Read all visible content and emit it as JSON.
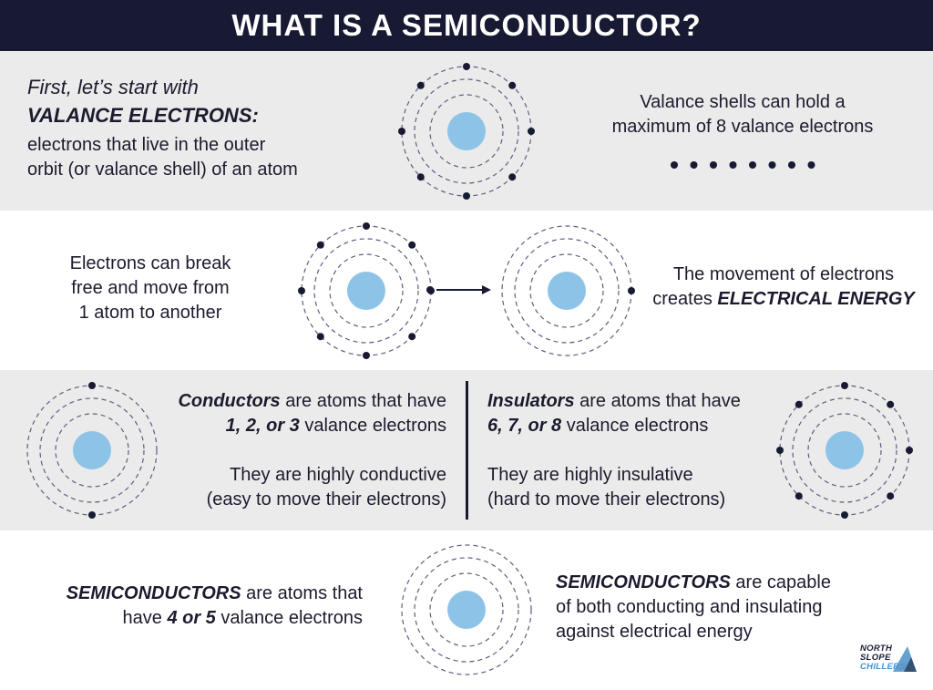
{
  "title": "WHAT IS A SEMICONDUCTOR?",
  "row1": {
    "intro": "First, let’s start with",
    "term": "VALANCE ELECTRONS",
    "colon": ":",
    "def_line1": "electrons that live in the outer",
    "def_line2": "orbit (or valance shell) of an atom",
    "shell_line1": "Valance shells can hold a",
    "shell_line2": "maximum of 8 valance electrons"
  },
  "row2": {
    "left_line1": "Electrons can break",
    "left_line2": "free and move from",
    "left_line3": "1 atom to another",
    "right_line1": "The movement of electrons",
    "right_prefix": "creates ",
    "right_em": "ELECTRICAL ENERGY"
  },
  "row3": {
    "cond_term": "Conductors",
    "cond_rest1": " are atoms that have",
    "cond_nums": "1, 2, or 3",
    "cond_rest2": " valance electrons",
    "cond_line3": "They are highly conductive",
    "cond_line4": "(easy to move their electrons)",
    "ins_term": "Insulators",
    "ins_rest1": " are atoms that have",
    "ins_nums": "6, 7, or 8",
    "ins_rest2": " valance electrons",
    "ins_line3": "They are highly insulative",
    "ins_line4": "(hard to move their electrons)"
  },
  "row4": {
    "left_term": "SEMICONDUCTORS",
    "left_rest1": " are atoms that",
    "left_prefix2": "have ",
    "left_nums": "4 or 5",
    "left_rest2": " valance electrons",
    "right_term": "SEMICONDUCTORS",
    "right_rest1": " are capable",
    "right_line2": "of both conducting and insulating",
    "right_line3": "against electrical energy"
  },
  "logo": {
    "line1": "NORTH",
    "line2": "SLOPE",
    "line3": "CHILLERS"
  },
  "colors": {
    "title_bg": "#181a33",
    "band_gray": "#ebebeb",
    "nucleus": "#8ec3e8",
    "electron": "#181a33",
    "orbit": "#5a5f80"
  },
  "valence_dots_count": 8,
  "atoms": [
    {
      "id": "atom-valence-example",
      "electrons": 8
    },
    {
      "id": "atom-source",
      "electrons": 8
    },
    {
      "id": "atom-target",
      "electrons": 2
    },
    {
      "id": "atom-conductor",
      "electrons": 2
    },
    {
      "id": "atom-insulator",
      "electrons": 8
    },
    {
      "id": "atom-semiconductor",
      "electrons": 0
    }
  ]
}
